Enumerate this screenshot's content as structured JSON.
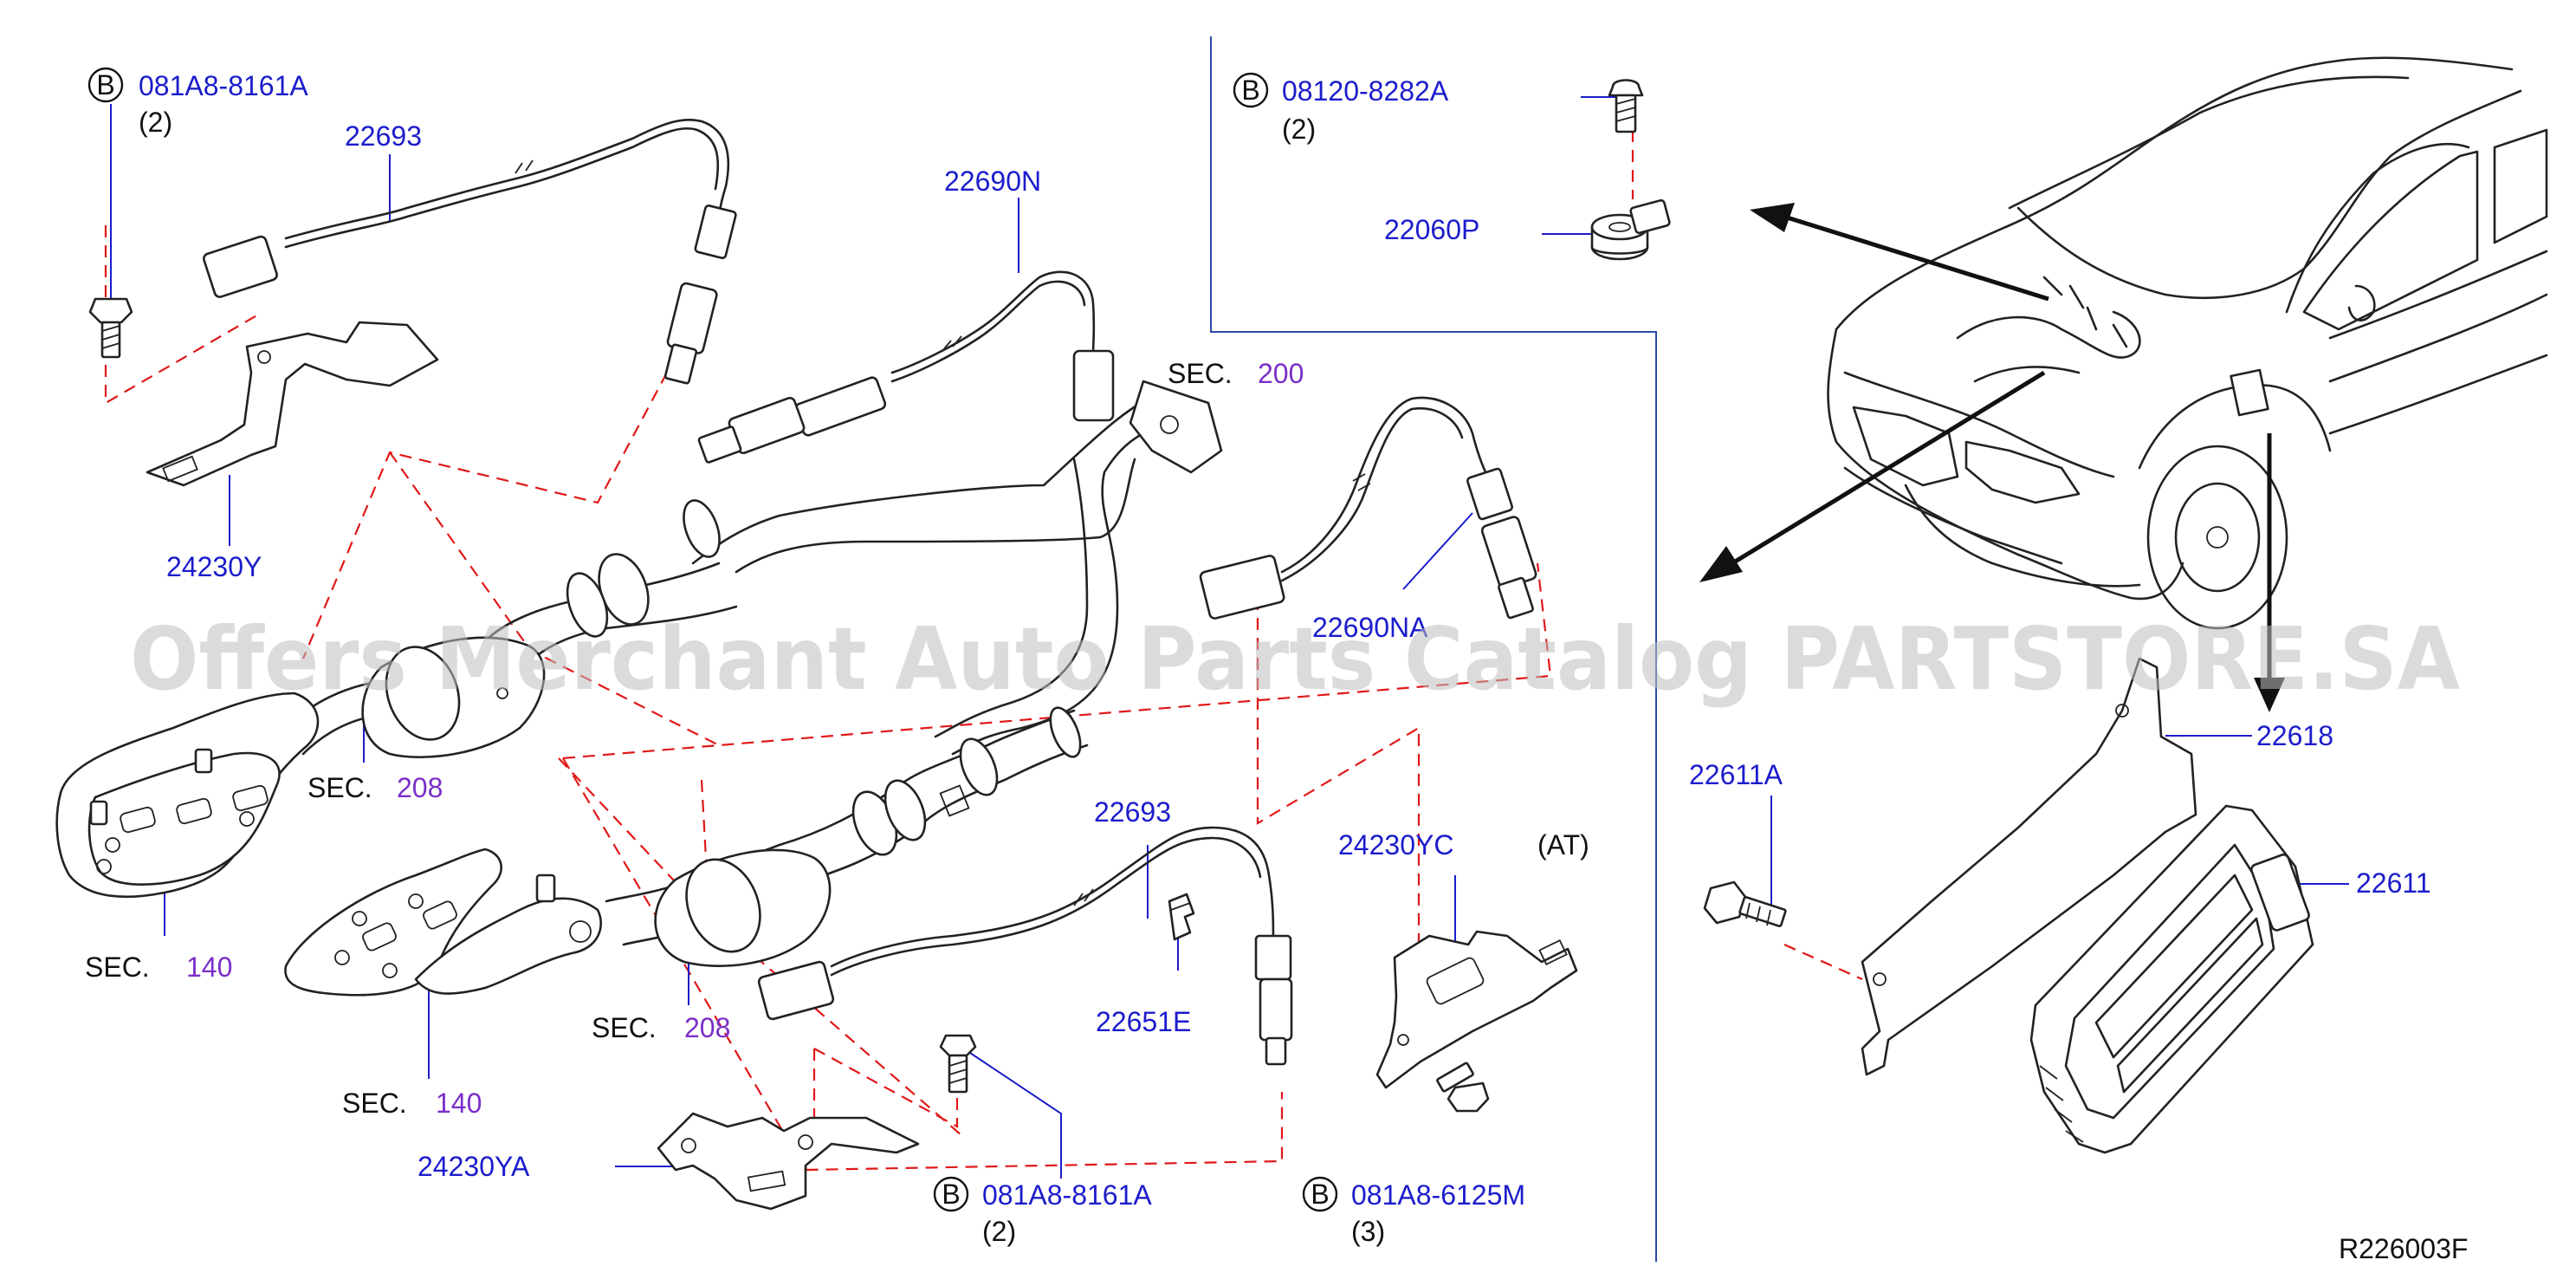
{
  "watermark": "Offers Merchant Auto Parts Catalog PARTSTORE.SA",
  "drawing_number": "R226003F",
  "bolt_symbol": "B",
  "labels": {
    "bolt_081A8_8161A_top": "081A8-8161A",
    "qty_2_top": "(2)",
    "p22693_top": "22693",
    "p22690N": "22690N",
    "sec_200_prefix": "SEC.",
    "sec_200_num": "200",
    "p22690NA": "22690NA",
    "p24230Y": "24230Y",
    "sec_208_a_prefix": "SEC.",
    "sec_208_a_num": "208",
    "sec_140_a_prefix": "SEC.",
    "sec_140_a_num": "140",
    "sec_208_b_prefix": "SEC.",
    "sec_208_b_num": "208",
    "sec_140_b_prefix": "SEC.",
    "sec_140_b_num": "140",
    "p22693_bottom": "22693",
    "p22651E": "22651E",
    "p24230YC": "24230YC",
    "at_note": "(AT)",
    "p24230YA": "24230YA",
    "bolt_081A8_8161A_bottom": "081A8-8161A",
    "qty_2_bottom": "(2)",
    "bolt_081A8_6125M": "081A8-6125M",
    "qty_3": "(3)",
    "bolt_08120_8282A": "08120-8282A",
    "qty_2_knock": "(2)",
    "p22060P": "22060P",
    "p22611A": "22611A",
    "p22618": "22618",
    "p22611": "22611"
  },
  "colors": {
    "part_number": "#1c1ccc",
    "section_number": "#7a2fc8",
    "reference_line": "#e01818",
    "text": "#111111"
  }
}
